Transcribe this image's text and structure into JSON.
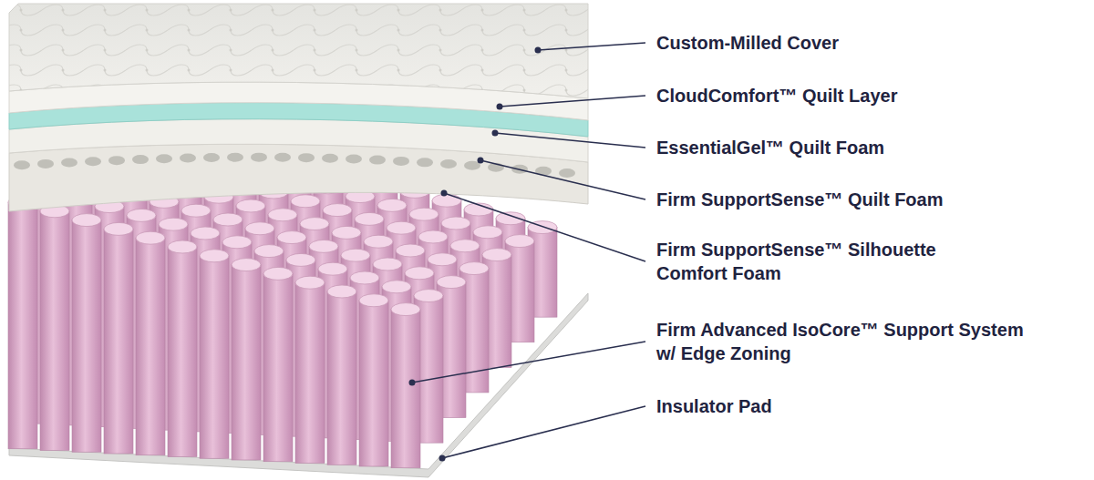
{
  "diagram": {
    "labels": [
      "Custom-Milled Cover",
      "CloudComfort™ Quilt Layer",
      "EssentialGel™ Quilt Foam",
      "Firm SupportSense™ Quilt Foam",
      "Firm SupportSense™ Silhouette Comfort Foam",
      "Firm Advanced IsoCore™ Support System w/ Edge Zoning",
      "Insulator Pad"
    ]
  }
}
